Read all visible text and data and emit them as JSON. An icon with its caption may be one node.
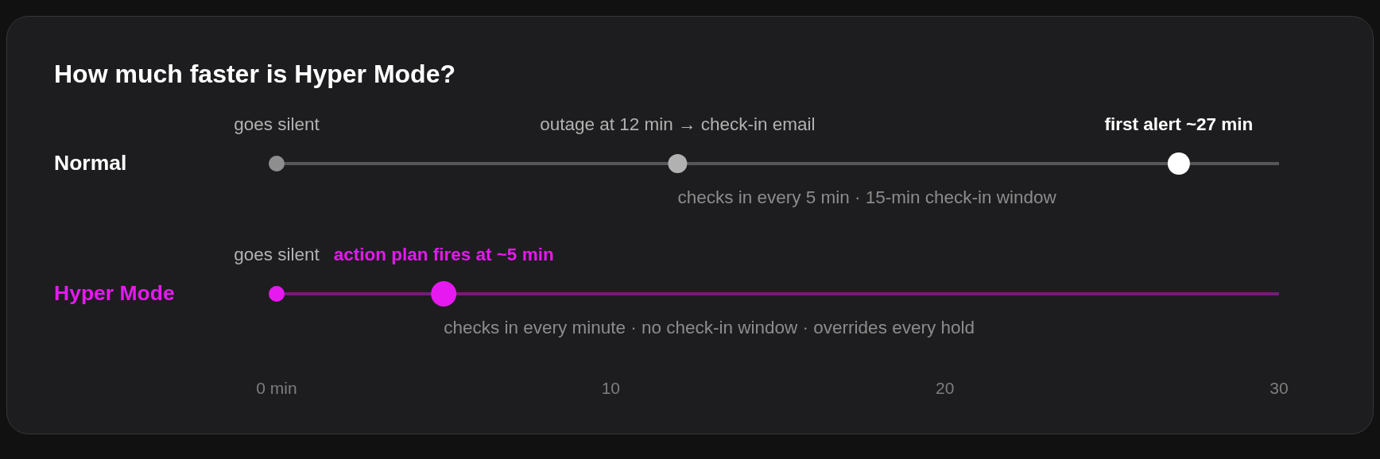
{
  "diagram": {
    "title": "How much faster is Hyper Mode?",
    "labels": [
      "goes silent",
      "outage at 12 min → check-in email",
      "first alert ~27 min",
      "checks in every 5 min · 15-min check-in window",
      "goes silent",
      "action plan fires at ~5 min",
      "checks in every minute · no check-in window · overrides every hold"
    ],
    "chart_data": {
      "type": "scatter",
      "orientation": "horizontal",
      "categories": [
        "Normal",
        "Hyper Mode"
      ],
      "xlim": [
        0,
        30
      ],
      "xticks": [
        {
          "value": 0,
          "label": "0 min"
        },
        10,
        20,
        30
      ],
      "series": [
        {
          "colors": [
            "#8e8e8f",
            "#e619f0"
          ],
          "values": [
            0,
            0
          ]
        },
        {
          "colors": [
            "#b1b1b2",
            "#e619f0"
          ],
          "values": [
            12,
            5
          ]
        },
        {
          "color": "#ffffff",
          "values": [
            27,
            null
          ]
        }
      ]
    }
  }
}
